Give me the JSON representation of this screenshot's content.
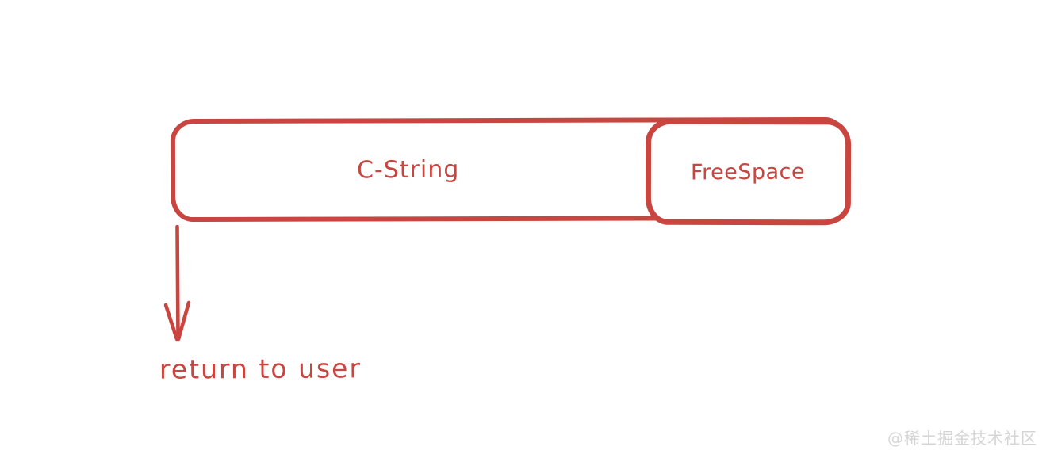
{
  "diagram": {
    "buffer": {
      "cstring_label": "C-String",
      "freespace_label": "FreeSpace"
    },
    "arrow": {
      "caption": "return to user"
    },
    "stroke_color": "#c94540"
  },
  "watermark": {
    "text": "@稀土掘金技术社区",
    "color": "#d5d5d5"
  }
}
